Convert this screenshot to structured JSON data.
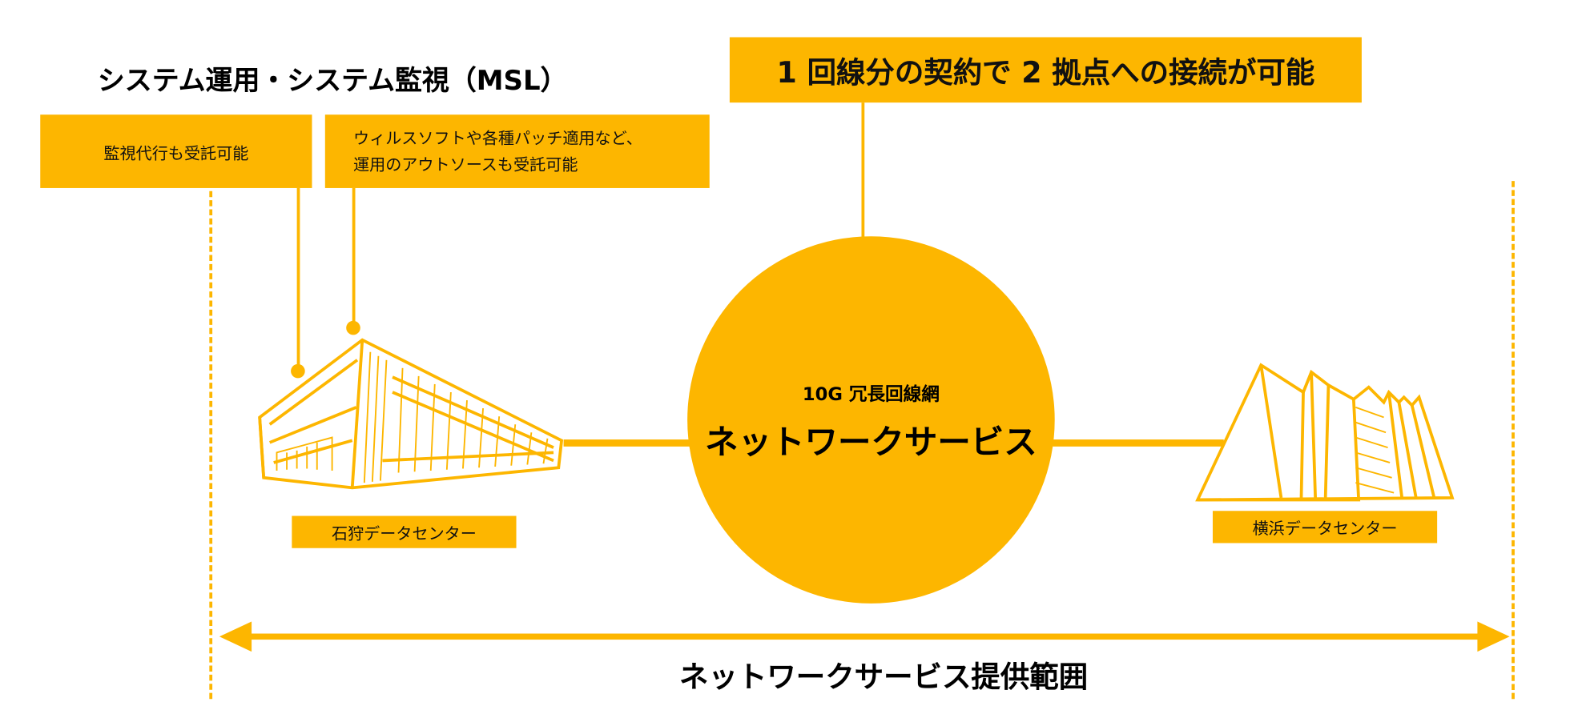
{
  "title": "システム運用・システム監視（MSL）",
  "headline": "1 回線分の契約で 2 拠点への接続が可能",
  "notes": [
    {
      "lines": [
        "監視代行も受託可能"
      ]
    },
    {
      "lines": [
        "ウィルスソフトや各種パッチ適用など、",
        "運用のアウトソースも受託可能"
      ]
    }
  ],
  "network": {
    "subtitle": "10G 冗長回線網",
    "title": "ネットワークサービス"
  },
  "datacenters": {
    "left": "石狩データセンター",
    "right": "横浜データセンター"
  },
  "range_label": "ネットワークサービス提供範囲",
  "colors": {
    "accent": "#FDB600",
    "text": "#111111"
  }
}
